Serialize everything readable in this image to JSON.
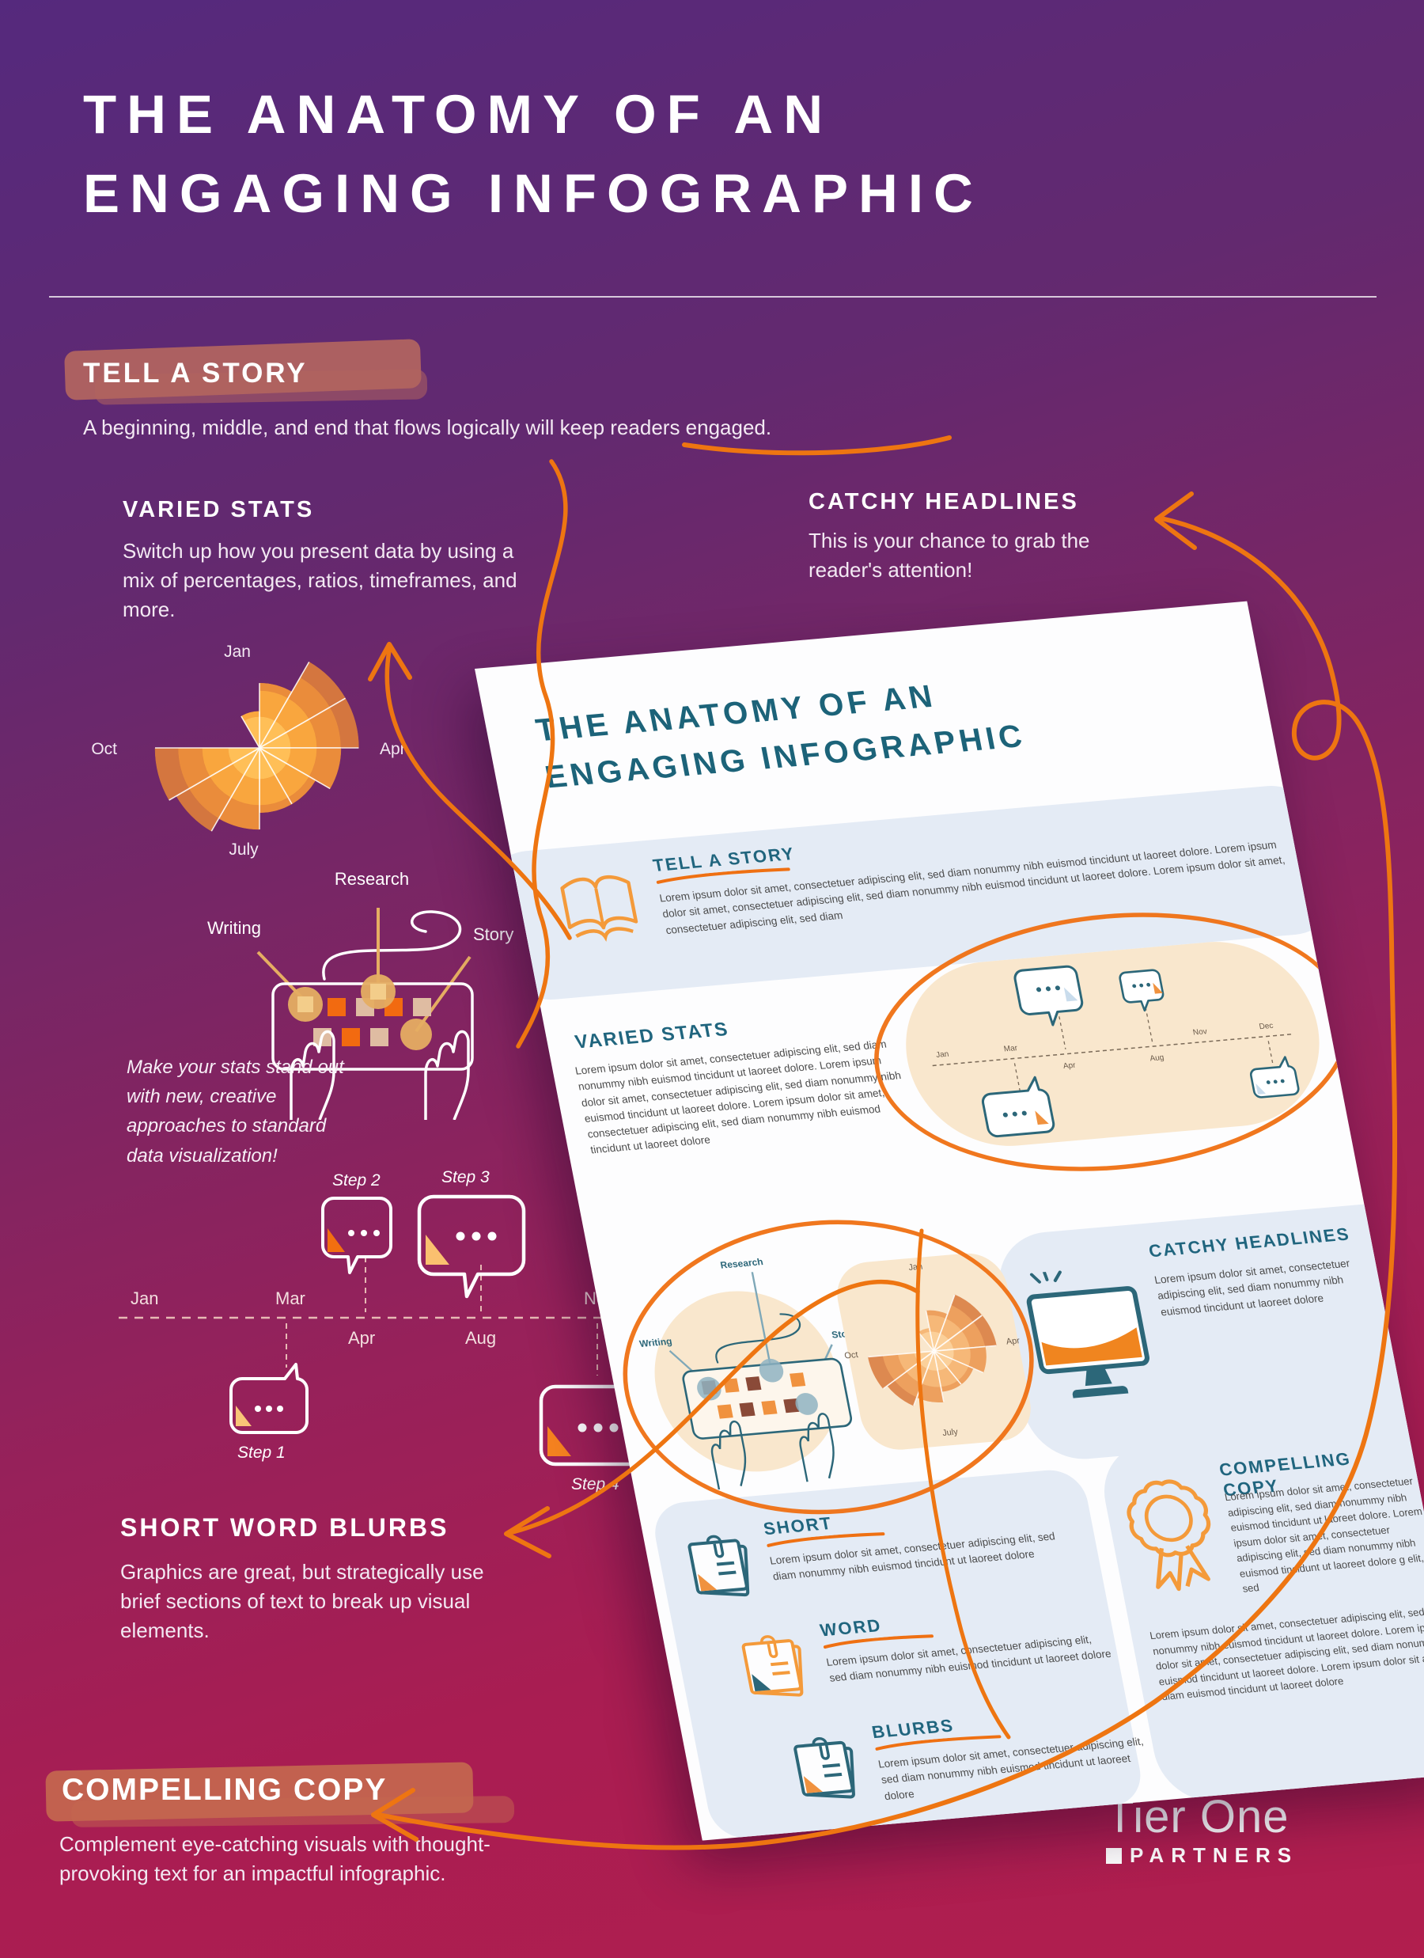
{
  "page": {
    "title1": "THE ANATOMY OF AN",
    "title2": "ENGAGING INFOGRAPHIC"
  },
  "tell": {
    "heading": "TELL A STORY",
    "body": "A beginning, middle, and end that flows logically will keep readers engaged."
  },
  "varied": {
    "heading": "VARIED STATS",
    "body": "Switch up how you present data by using a mix of percentages, ratios, timeframes, and more.",
    "note": "Make your stats stand out with new, creative approaches to standard data visualization!"
  },
  "catchy": {
    "heading": "CATCHY HEADLINES",
    "body": "This is your chance to grab the reader's attention!"
  },
  "blurbs": {
    "heading": "SHORT WORD BLURBS",
    "body": "Graphics are great, but strategically use brief sections of text to break up visual elements."
  },
  "compel": {
    "heading": "COMPELLING COPY",
    "body": "Complement eye-catching visuals with thought-provoking text for an impactful infographic."
  },
  "timeline": {
    "type": "timeline",
    "months_above": [
      "Jan",
      "Mar",
      "Nov",
      "Dec"
    ],
    "months_below": [
      "Apr",
      "Aug"
    ],
    "steps": [
      "Step 1",
      "Step 2",
      "Step 3",
      "Step 4"
    ]
  },
  "keyboard": {
    "labels": [
      "Research",
      "Writing",
      "Story"
    ]
  },
  "polar": {
    "type": "polar-bar",
    "labels": [
      "Jan",
      "Apr",
      "July",
      "Oct"
    ],
    "values": [
      0.62,
      0.95,
      0.95,
      0.78,
      0.62,
      0.62,
      0.78,
      0.92,
      1.0,
      0,
      0,
      0.35
    ],
    "ring_edges": [
      0.3,
      0.55,
      0.78,
      1.0
    ],
    "ring_colors_big": [
      "#ffbf57",
      "#f9a63e",
      "#ea8c3b",
      "#d4763f"
    ],
    "ring_colors_mini": [
      "#fbd09a",
      "#f6b878",
      "#eda05e",
      "#dd8950"
    ]
  },
  "doc": {
    "title1": "THE ANATOMY OF AN",
    "title2": "ENGAGING INFOGRAPHIC",
    "items": [
      {
        "heading": "SHORT"
      },
      {
        "heading": "WORD"
      },
      {
        "heading": "BLURBS"
      }
    ],
    "lorem_long": "Lorem ipsum dolor sit amet, consectetuer adipiscing elit, sed diam nonummy nibh euismod tincidunt ut laoreet dolore. Lorem ipsum dolor sit amet, consectetuer adipiscing elit, sed diam nonummy nibh euismod tincidunt ut laoreet dolore. Lorem ipsum dolor sit amet, consectetuer adipiscing elit, sed diam",
    "lorem_mid": "Lorem ipsum dolor sit amet, consectetuer adipiscing elit, sed diam nonummy nibh euismod tincidunt ut laoreet dolore. Lorem ipsum dolor sit amet, consectetuer adipiscing elit, sed diam nonummy nibh euismod tincidunt ut laoreet dolore. Lorem ipsum dolor sit amet, consectetuer adipiscing elit, sed diam nonummy nibh euismod tincidunt ut laoreet dolore",
    "lorem_short": "Lorem ipsum dolor sit amet, consectetuer adipiscing elit, sed diam nonummy nibh euismod tincidunt ut laoreet dolore",
    "compel_p1": "Lorem ipsum dolor sit amet, consectetuer adipiscing elit, sed diam nonummy nibh euismod tincidunt ut laoreet dolore. Lorem ipsum dolor sit amet, consectetuer adipiscing elit, sed diam nonummy nibh euismod tincidunt ut laoreet dolore g elit, sed",
    "compel_p2": "Lorem ipsum dolor sit amet, consectetuer adipiscing elit, sed diam nonummy nibh euismod tincidunt ut laoreet dolore. Lorem ipsum dolor sit amet, consectetuer adipiscing elit, sed diam nonummy nibh euismod tincidunt ut laoreet dolore. Lorem ipsum dolor sit amet, sed diam euismod tincidunt ut laoreet dolore"
  },
  "logo": {
    "brand": "Tier One",
    "sub": "PARTNERS"
  },
  "colors": {
    "accent_orange": "#EE7511",
    "teal": "#1D6479",
    "purple_top": "#55297D",
    "crimson": "#B01E4E",
    "brush_tell": "#B3655F",
    "brush_compel": "#C4674F",
    "tan": "#F9E7CD",
    "band_blue": "#E4EBF5"
  }
}
